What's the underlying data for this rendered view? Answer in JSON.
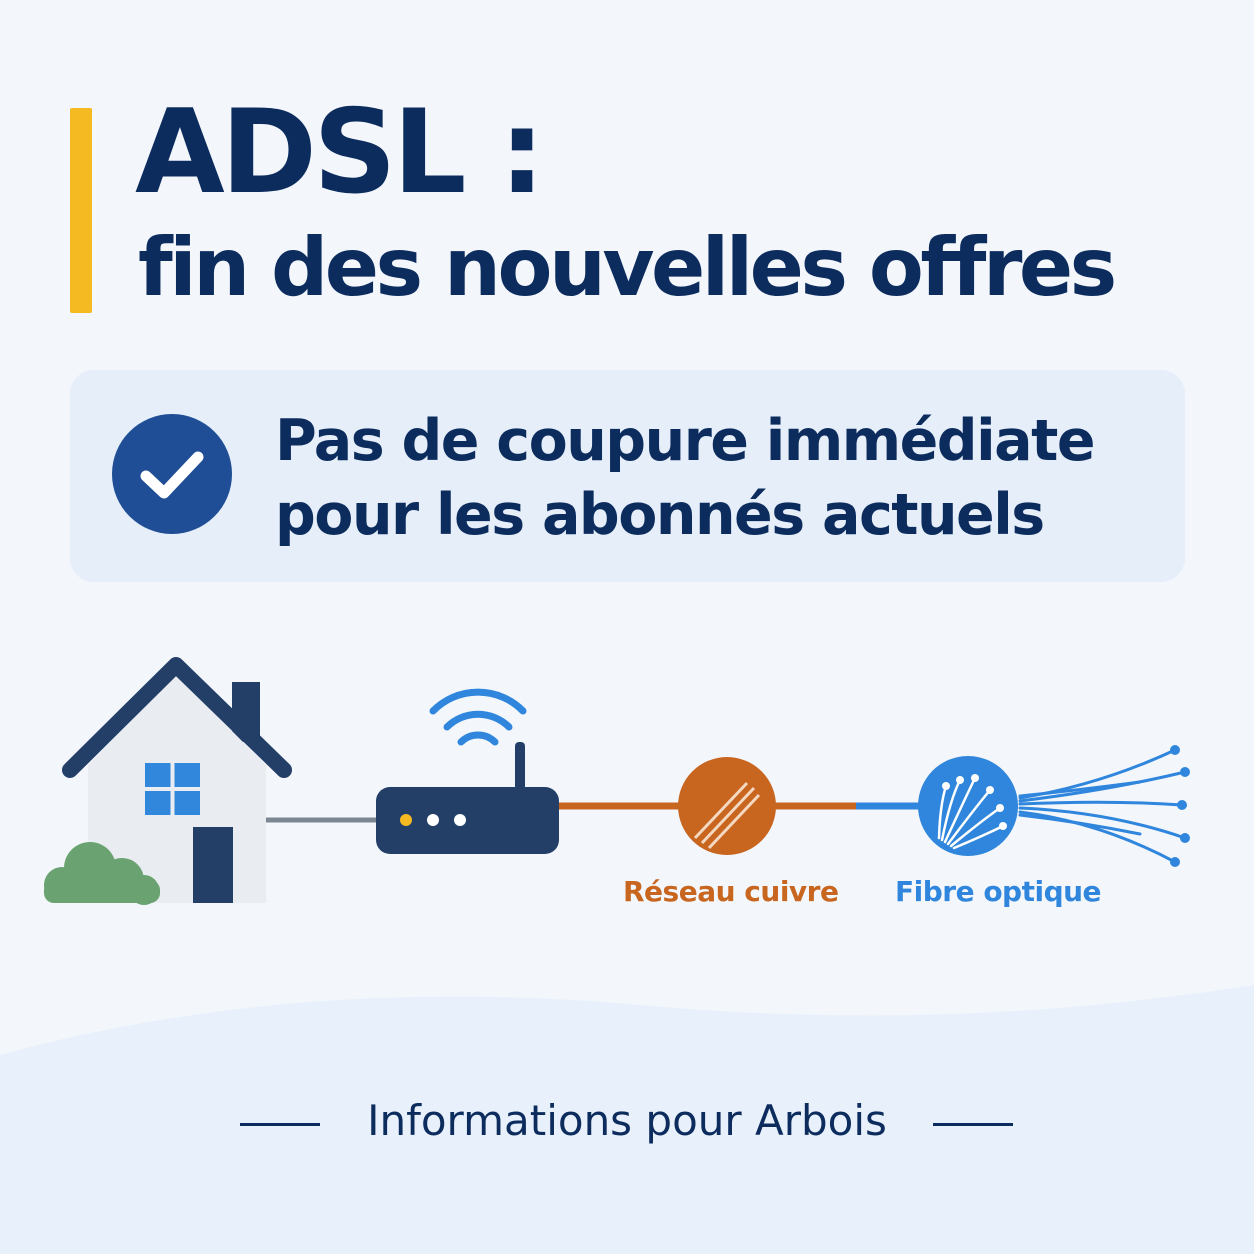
{
  "header": {
    "title": "ADSL :",
    "subtitle": "fin des nouvelles offres"
  },
  "notice": {
    "icon": "checkmark-icon",
    "line1": "Pas de coupure immédiate",
    "line2": "pour les abonnés actuels"
  },
  "diagram": {
    "copper_label": "Réseau cuivre",
    "fiber_label": "Fibre optique",
    "icons": [
      "house-icon",
      "router-icon",
      "wifi-icon",
      "copper-cable-icon",
      "fiber-optic-icon"
    ]
  },
  "footer": {
    "text": "Informations pour Arbois"
  },
  "colors": {
    "navy": "#0d2c5e",
    "accent": "#f5b922",
    "copper": "#c8651f",
    "fiber": "#2f86dc",
    "badge": "#1f4e96"
  }
}
